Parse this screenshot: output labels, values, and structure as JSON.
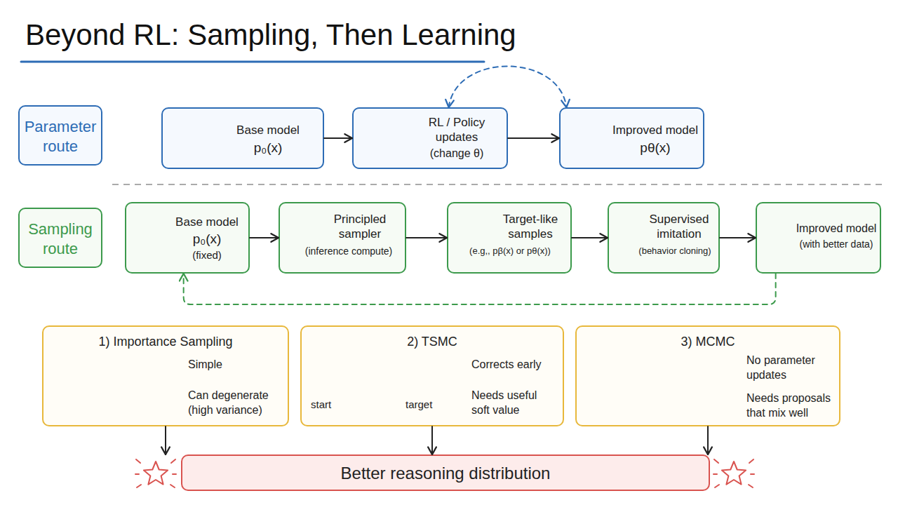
{
  "diagram": {
    "title": "Beyond RL: Sampling, Then Learning",
    "nodes": [
      {
        "text": [
          "Parameter route"
        ]
      },
      {
        "text": [
          "Base model",
          "p₀(x)"
        ]
      },
      {
        "text": [
          "RL / Policy updates",
          "(change θ)"
        ]
      },
      {
        "text": [
          "Improved model",
          "pθ(x)"
        ]
      },
      {
        "text": [
          "Sampling route"
        ]
      },
      {
        "text": [
          "Base model",
          "p₀(x)",
          "(fixed)"
        ]
      },
      {
        "text": [
          "Principled sampler",
          "(inference compute)"
        ]
      },
      {
        "text": [
          "Target-like samples",
          "(e.g,, pβ(x) or pθ(x))"
        ]
      },
      {
        "text": [
          "Supervised imitation",
          "(behavior cloning)"
        ]
      },
      {
        "text": [
          "Improved model",
          "(with better data)"
        ]
      },
      {
        "text": [
          "1) Importance Sampling",
          "Simple",
          "Can degenerate (high variance)"
        ]
      },
      {
        "text": [
          "2) TSMC",
          "Corrects early",
          "Needs useful soft value"
        ]
      },
      {
        "text": [
          "3) MCMC",
          "No parameter updates",
          "Needs proposals that mix well"
        ]
      },
      {
        "text": [
          "Better reasoning distribution"
        ]
      }
    ],
    "edges": [
      {
        "from": 1,
        "to": 2,
        "arrow": "to"
      },
      {
        "from": 2,
        "to": 3,
        "arrow": "to"
      },
      {
        "from": 2,
        "to": 3,
        "arrow": "both"
      },
      {
        "from": 5,
        "to": 6,
        "arrow": "to"
      },
      {
        "from": 6,
        "to": 7,
        "arrow": "to"
      },
      {
        "from": 7,
        "to": 8,
        "arrow": "to"
      },
      {
        "from": 8,
        "to": 9,
        "arrow": "to"
      },
      {
        "from": 9,
        "to": 5,
        "arrow": "to"
      },
      {
        "from": 10,
        "to": 13,
        "arrow": "to"
      },
      {
        "from": 11,
        "to": 13,
        "arrow": "to"
      },
      {
        "from": 12,
        "to": 13,
        "arrow": "to"
      }
    ],
    "labels": [
      "start",
      "target"
    ]
  }
}
